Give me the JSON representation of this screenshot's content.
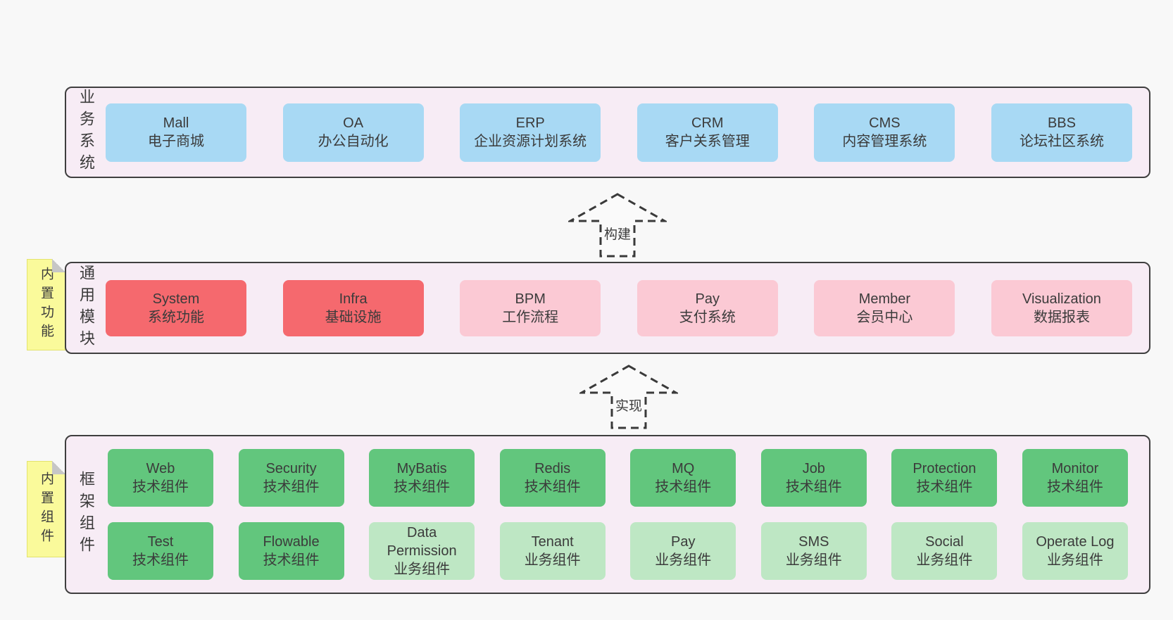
{
  "palette": {
    "page_bg": "#f8f8f8",
    "container_bg": "#f7ecf5",
    "container_border": "#3f3f3f",
    "blue_box": "#a8d9f4",
    "red_box": "#f5696e",
    "pink_box": "#fbc9d4",
    "green_box": "#62c67d",
    "light_green_box": "#bee7c4",
    "sticky_note_yellow": "#fafa9b",
    "text": "#3b3b3b"
  },
  "arrows": [
    {
      "label": "构建"
    },
    {
      "label": "实现"
    }
  ],
  "layers": [
    {
      "label": "业务系统",
      "boxes": [
        {
          "title": "Mall",
          "subtitle": "电子商城"
        },
        {
          "title": "OA",
          "subtitle": "办公自动化"
        },
        {
          "title": "ERP",
          "subtitle": "企业资源计划系统"
        },
        {
          "title": "CRM",
          "subtitle": "客户关系管理"
        },
        {
          "title": "CMS",
          "subtitle": "内容管理系统"
        },
        {
          "title": "BBS",
          "subtitle": "论坛社区系统"
        }
      ]
    },
    {
      "label": "通用模块",
      "note": "内置功能",
      "boxes": [
        {
          "title": "System",
          "subtitle": "系统功能"
        },
        {
          "title": "Infra",
          "subtitle": "基础设施"
        },
        {
          "title": "BPM",
          "subtitle": "工作流程"
        },
        {
          "title": "Pay",
          "subtitle": "支付系统"
        },
        {
          "title": "Member",
          "subtitle": "会员中心"
        },
        {
          "title": "Visualization",
          "subtitle": "数据报表"
        }
      ]
    },
    {
      "label": "框架组件",
      "note": "内置组件",
      "rows": [
        [
          {
            "title": "Web",
            "subtitle": "技术组件"
          },
          {
            "title": "Security",
            "subtitle": "技术组件"
          },
          {
            "title": "MyBatis",
            "subtitle": "技术组件"
          },
          {
            "title": "Redis",
            "subtitle": "技术组件"
          },
          {
            "title": "MQ",
            "subtitle": "技术组件"
          },
          {
            "title": "Job",
            "subtitle": "技术组件"
          },
          {
            "title": "Protection",
            "subtitle": "技术组件"
          },
          {
            "title": "Monitor",
            "subtitle": "技术组件"
          }
        ],
        [
          {
            "title": "Test",
            "subtitle": "技术组件"
          },
          {
            "title": "Flowable",
            "subtitle": "技术组件"
          },
          {
            "title": "Data Permission",
            "subtitle": "业务组件"
          },
          {
            "title": "Tenant",
            "subtitle": "业务组件"
          },
          {
            "title": "Pay",
            "subtitle": "业务组件"
          },
          {
            "title": "SMS",
            "subtitle": "业务组件"
          },
          {
            "title": "Social",
            "subtitle": "业务组件"
          },
          {
            "title": "Operate Log",
            "subtitle": "业务组件"
          }
        ]
      ]
    }
  ]
}
